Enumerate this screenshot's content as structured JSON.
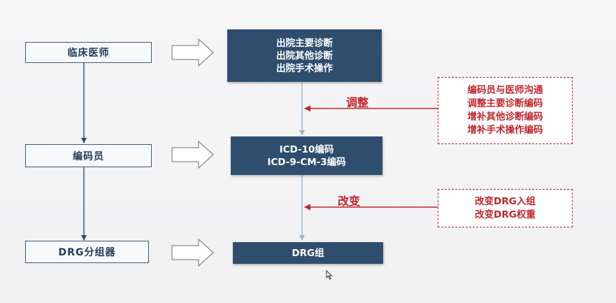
{
  "roles": {
    "doctor": "临床医师",
    "coder": "编码员",
    "grouper": "DRG分组器"
  },
  "outputs": {
    "discharge_lines": [
      "出院主要诊断",
      "出院其他诊断",
      "出院手术操作"
    ],
    "code_lines": [
      "ICD-10编码",
      "ICD-9-CM-3编码"
    ],
    "drg_group": "DRG组"
  },
  "actions": {
    "adjust": "调整",
    "change": "改变"
  },
  "notes": {
    "adjust_lines": [
      "编码员与医师沟通",
      "调整主要诊断编码",
      "增补其他诊断编码",
      "增补手术操作编码"
    ],
    "change_lines": [
      "改变DRG入组",
      "改变DRG权重"
    ]
  },
  "colors": {
    "dark_box": "#2f4e6e",
    "accent_red": "#c0262d",
    "role_border": "#3d5a78"
  }
}
